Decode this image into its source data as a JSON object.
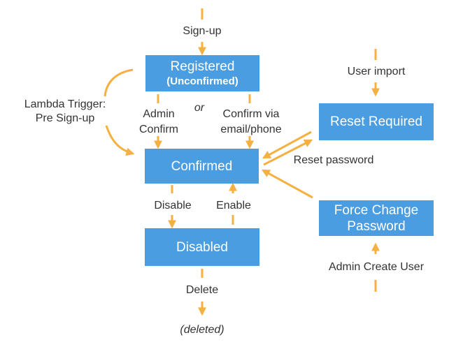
{
  "colors": {
    "box_fill": "#4a9de0",
    "arrow": "#f5b042",
    "text": "#333333"
  },
  "states": {
    "registered": {
      "title": "Registered",
      "subtitle": "(Unconfirmed)"
    },
    "confirmed": "Confirmed",
    "disabled": "Disabled",
    "reset_required": "Reset Required",
    "force_change_line1": "Force Change",
    "force_change_line2": "Password",
    "deleted": "(deleted)"
  },
  "transitions": {
    "sign_up": "Sign-up",
    "lambda_trigger_line1": "Lambda Trigger:",
    "lambda_trigger_line2": "Pre Sign-up",
    "admin_confirm_line1": "Admin",
    "admin_confirm_line2": "Confirm",
    "or": "or",
    "confirm_via_line1": "Confirm via",
    "confirm_via_line2": "email/phone",
    "disable": "Disable",
    "enable": "Enable",
    "delete": "Delete",
    "user_import": "User import",
    "reset_password": "Reset password",
    "admin_create_user": "Admin Create User"
  }
}
